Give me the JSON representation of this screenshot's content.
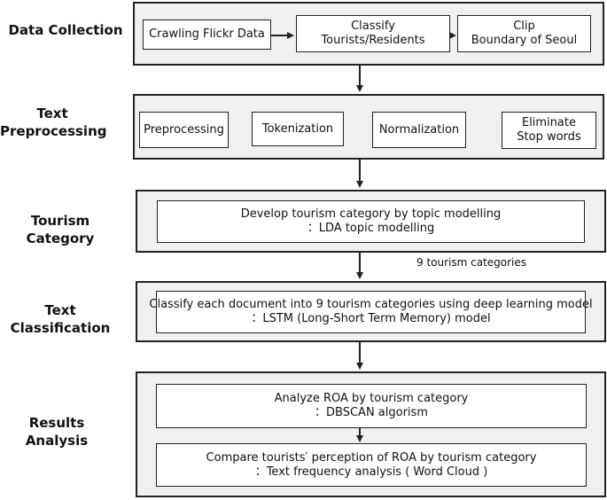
{
  "stages": {
    "data_collection": {
      "label": "Data Collection",
      "steps": [
        [
          "Crawling Flickr Data"
        ],
        [
          "Classify",
          "Tourists/Residents"
        ],
        [
          "Clip",
          "Boundary of Seoul"
        ]
      ]
    },
    "text_preprocessing": {
      "label": [
        "Text",
        "Preprocessing"
      ],
      "steps": [
        [
          "Preprocessing"
        ],
        [
          "Tokenization"
        ],
        [
          "Normalization"
        ],
        [
          "Eliminate",
          "Stop words"
        ]
      ]
    },
    "tourism_category": {
      "label": "Tourism Category",
      "box": [
        "Develop  tourism category by topic modelling",
        "：LDA topic modelling"
      ],
      "arrow_note": "9 tourism categories"
    },
    "text_classification": {
      "label": "Text Classification",
      "box": [
        "Classify each document into 9 tourism categories using deep learning model",
        "：LSTM (Long-Short Term Memory) model"
      ]
    },
    "results_analysis": {
      "label": "Results Analysis",
      "box1": [
        "Analyze ROA by tourism category",
        "：DBSCAN algorism"
      ],
      "box2": [
        "Compare tourists′  perception  of  ROA  by tourism category",
        "：Text  frequency analysis ( Word Cloud )"
      ]
    }
  }
}
